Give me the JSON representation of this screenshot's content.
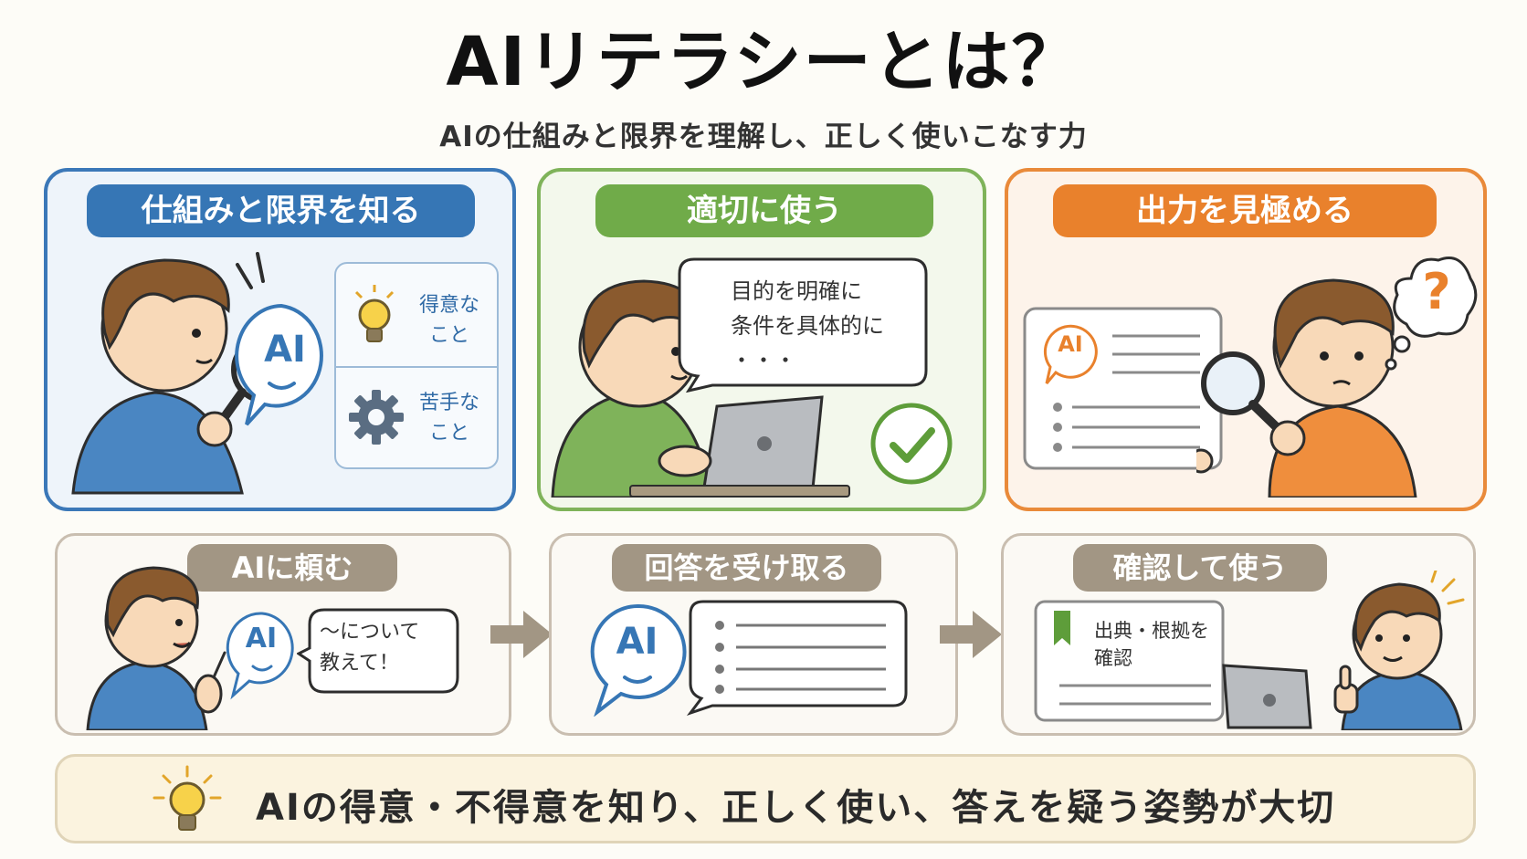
{
  "title": "AIリテラシーとは？",
  "subtitle": "AIの仕組みと限界を理解し、正しく使いこなす力",
  "panels": [
    {
      "heading": "仕組みと限界を知る",
      "ai_label": "AI",
      "strengths": [
        "得意な",
        "こと"
      ],
      "weaknesses": [
        "苦手な",
        "こと"
      ]
    },
    {
      "heading": "適切に使う",
      "bubble_lines": [
        "目的を明確に",
        "条件を具体的に",
        "・・・"
      ]
    },
    {
      "heading": "出力を見極める",
      "ai_label": "AI",
      "question": "?"
    }
  ],
  "steps": [
    {
      "tag": "AIに頼む",
      "ai_label": "AI",
      "bubble_lines": [
        "〜について",
        "教えて！"
      ]
    },
    {
      "tag": "回答を受け取る",
      "ai_label": "AI"
    },
    {
      "tag": "確認して使う",
      "doc_lines": [
        "出典・根拠を",
        "確認"
      ]
    }
  ],
  "footer": "AIの得意・不得意を知り、正しく使い、答えを疑う姿勢が大切",
  "colors": {
    "blue": "#3676b5",
    "green": "#70ab49",
    "orange": "#e9812c",
    "step_tag": "#a29684",
    "skin": "#f8d9b8",
    "hair": "#8a5a2e"
  }
}
